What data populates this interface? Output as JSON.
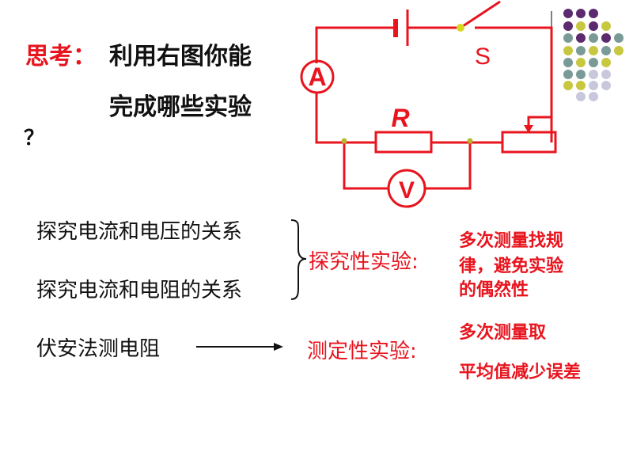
{
  "question": {
    "label": "思考：",
    "line1": "利用右图你能",
    "line2": "完成哪些实验",
    "mark": "？"
  },
  "circuit": {
    "ammeter_label": "A",
    "voltmeter_label": "V",
    "resistor_label": "R",
    "switch_label": "S",
    "wire_color": "#e8141e"
  },
  "experiments": {
    "item1": "探究电流和电压的关系",
    "item2": "探究电流和电阻的关系",
    "item3": "伏安法测电阻"
  },
  "categories": {
    "exploratory": "探究性实验:",
    "measurement": "测定性实验:"
  },
  "notes": {
    "exploratory_1": "多次测量找规",
    "exploratory_2": "律，避免实验",
    "exploratory_3": "的偶然性",
    "measurement_1": "多次测量取",
    "measurement_2": "平均值减少误差"
  }
}
